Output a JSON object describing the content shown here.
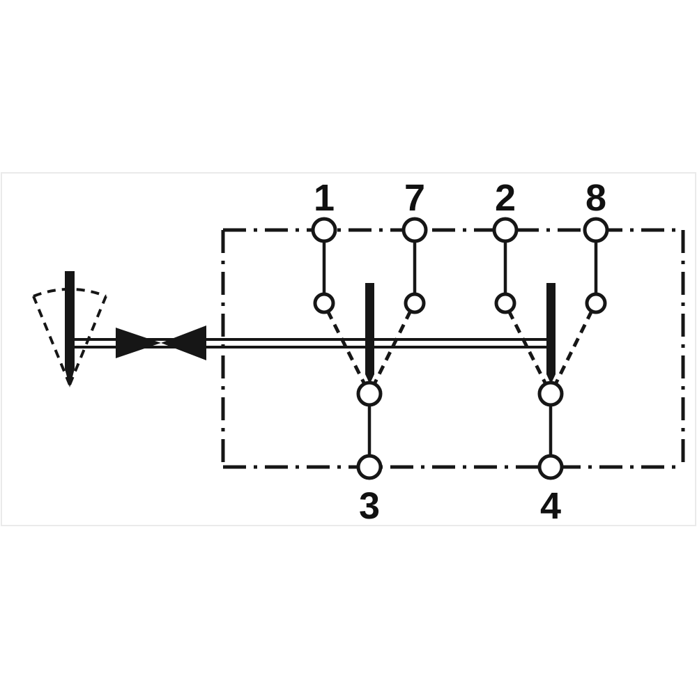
{
  "diagram": {
    "colors": {
      "line": "#161616",
      "background": "#ffffff",
      "frame": "#eaeaea"
    },
    "top_terminals": [
      {
        "label": "1"
      },
      {
        "label": "7"
      },
      {
        "label": "2"
      },
      {
        "label": "8"
      }
    ],
    "bottom_terminals": [
      {
        "label": "3"
      },
      {
        "label": "4"
      }
    ]
  }
}
